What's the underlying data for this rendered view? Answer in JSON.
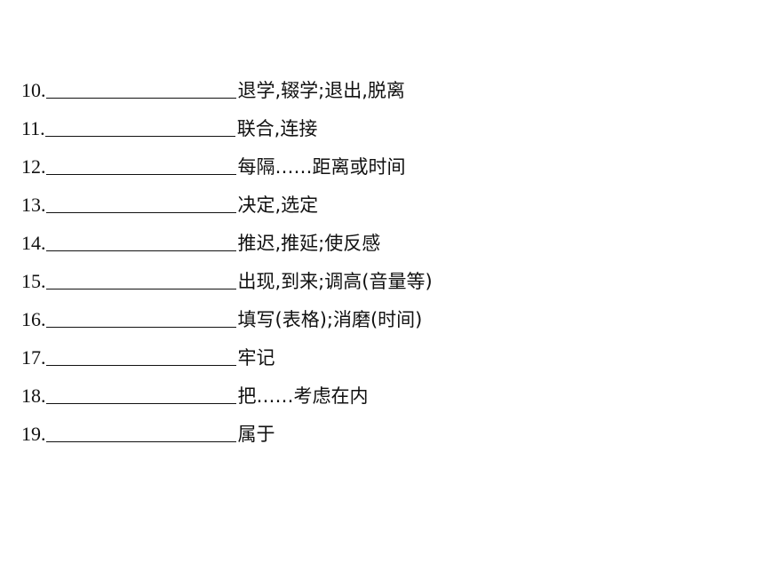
{
  "items": [
    {
      "number": "10.",
      "definition": "退学,辍学;退出,脱离"
    },
    {
      "number": "11.",
      "definition": "联合,连接"
    },
    {
      "number": "12.",
      "definition": "每隔……距离或时间"
    },
    {
      "number": "13.",
      "definition": "决定,选定"
    },
    {
      "number": "14.",
      "definition": "推迟,推延;使反感"
    },
    {
      "number": "15.",
      "definition": "出现,到来;调高(音量等)"
    },
    {
      "number": "16.",
      "definition": "填写(表格);消磨(时间)"
    },
    {
      "number": "17.",
      "definition": "牢记"
    },
    {
      "number": "18.",
      "definition": "把……考虑在内"
    },
    {
      "number": "19.",
      "definition": "属于"
    }
  ]
}
